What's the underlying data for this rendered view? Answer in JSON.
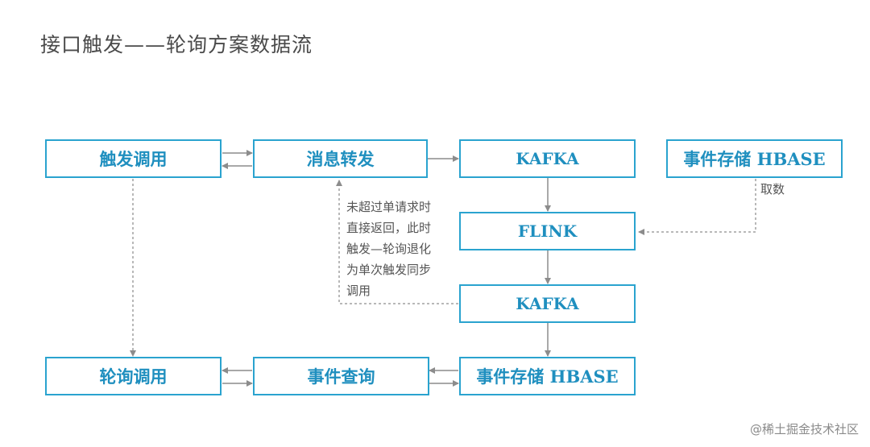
{
  "title": "接口触发——轮询方案数据流",
  "nodes": {
    "trigger_call": "触发调用",
    "message_forward": "消息转发",
    "kafka_top": "KAFKA",
    "event_store_top": "事件存储 HBASE",
    "flink": "FLINK",
    "kafka_mid": "KAFKA",
    "poll_call": "轮询调用",
    "event_query": "事件查询",
    "event_store_bottom": "事件存储 HBASE"
  },
  "labels": {
    "fetch_label": "取数",
    "note_lines": [
      "未超过单请求时",
      "直接返回，此时",
      "触发—轮询退化",
      "为单次触发同步",
      "调用"
    ]
  },
  "watermark": "@稀土掘金技术社区",
  "colors": {
    "box_border": "#2aa3cf",
    "box_text": "#1f8fbf",
    "arrow": "#8c8c8c"
  }
}
